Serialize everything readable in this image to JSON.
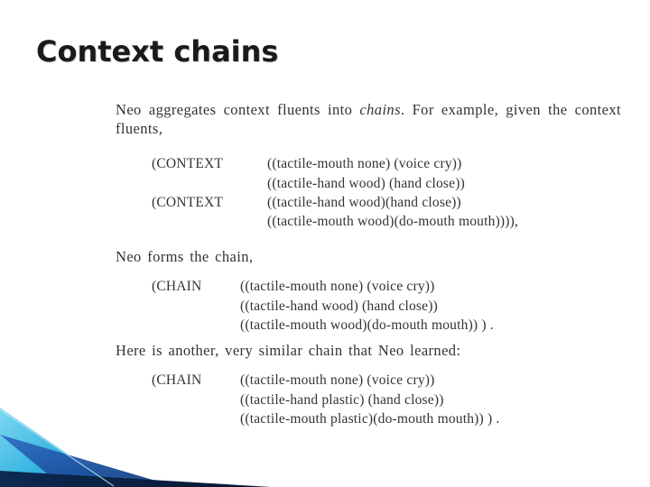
{
  "slide": {
    "title": "Context chains",
    "intro_1": "Neo aggregates context fluents into ",
    "intro_1_italic": "chains",
    "intro_1_end": ".   For example, given the context fluents,",
    "context_listing": [
      {
        "key": "(CONTEXT",
        "value": "((tactile-mouth none) (voice cry))"
      },
      {
        "key": "",
        "value": "((tactile-hand wood) (hand close))"
      },
      {
        "key": "(CONTEXT",
        "value": "((tactile-hand wood)(hand close))"
      },
      {
        "key": "",
        "value": "((tactile-mouth wood)(do-mouth mouth)))),"
      }
    ],
    "intro_2": "Neo forms the chain,",
    "chain_listing_1": [
      {
        "key": "(CHAIN",
        "value": "((tactile-mouth none) (voice cry))"
      },
      {
        "key": "",
        "value": "((tactile-hand wood) (hand close))"
      },
      {
        "key": "",
        "value": "((tactile-mouth wood)(do-mouth mouth)) ) ."
      }
    ],
    "intro_3": "Here is another, very similar chain that Neo learned:",
    "chain_listing_2": [
      {
        "key": "(CHAIN",
        "value": "((tactile-mouth none) (voice cry))"
      },
      {
        "key": "",
        "value": "((tactile-hand plastic) (hand close))"
      },
      {
        "key": "",
        "value": "((tactile-mouth plastic)(do-mouth mouth)) ) ."
      }
    ]
  },
  "theme": {
    "title_color": "#1a1a1a",
    "body_color": "#333333",
    "accent_cyan": "#35b4e0",
    "accent_blue": "#1b4f9c",
    "accent_dark": "#0d2a52",
    "background": "#ffffff"
  }
}
